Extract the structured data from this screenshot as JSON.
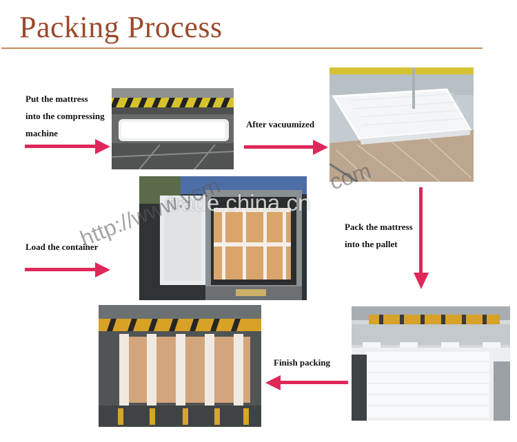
{
  "header": {
    "title": "Packing Process"
  },
  "steps": {
    "compress": {
      "line1": "Put the mattress",
      "line2": "into the compressing",
      "line3": "machine"
    },
    "vacuum": {
      "label": "After vacuumized"
    },
    "pallet": {
      "line1": "Pack the mattress",
      "line2": "into the pallet"
    },
    "finish": {
      "label": "Finish packing"
    },
    "container": {
      "label": "Load the container"
    }
  },
  "watermark": {
    "trade": "trade.china.cn",
    "http": "http://www.ycm",
    "com": "com"
  },
  "colors": {
    "title": "#9b4a2c",
    "rule": "#c9875f",
    "arrow": "#e0275a"
  }
}
